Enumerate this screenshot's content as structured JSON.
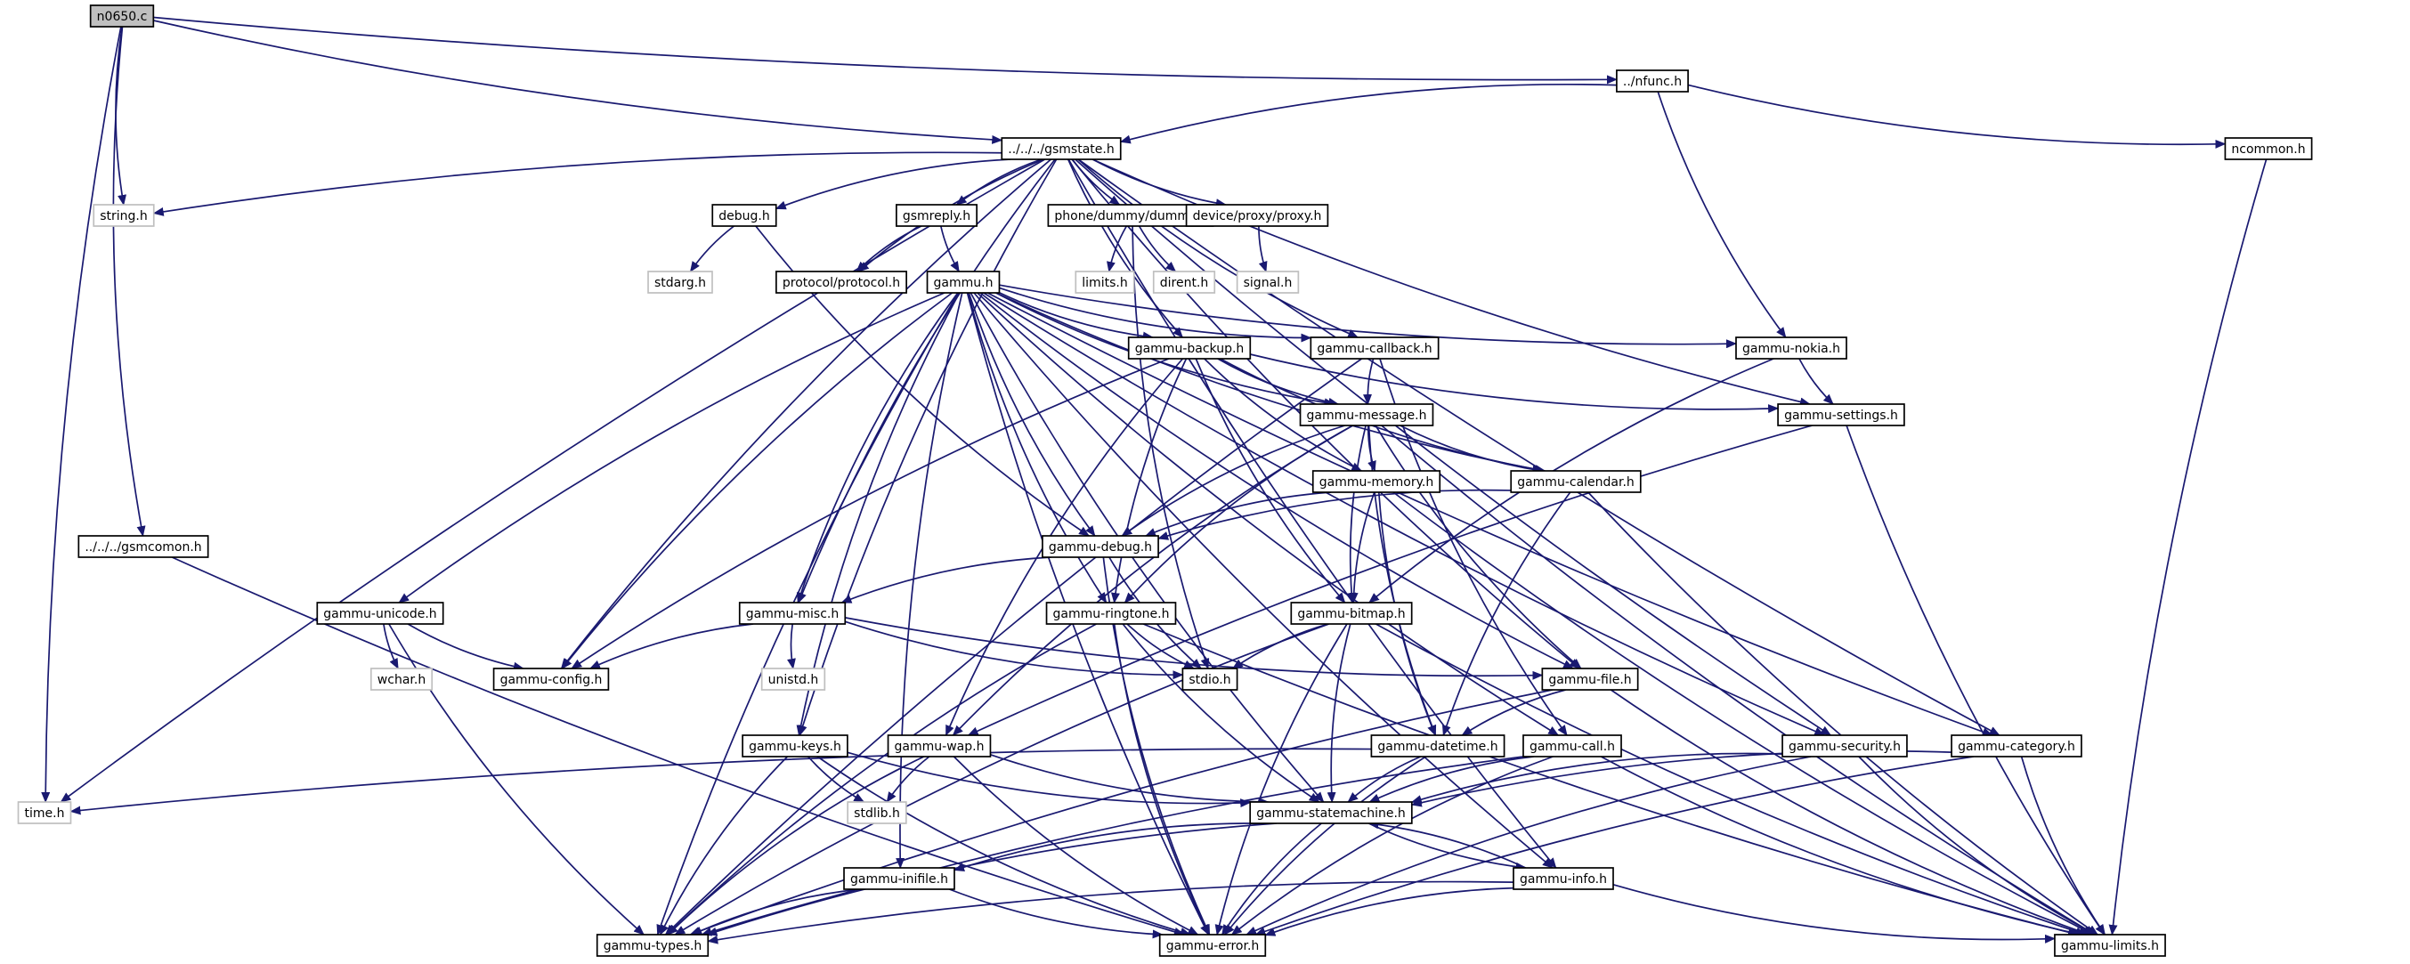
{
  "diagram": {
    "colors": {
      "edge": "#191970",
      "node_border": "#000000",
      "node_border_external": "#bfbfbf",
      "root_fill": "#bfbfbf",
      "node_fill": "#ffffff",
      "external_text": "#000000"
    },
    "nodes": [
      {
        "id": "n0650",
        "label": "n0650.c",
        "kind": "root"
      },
      {
        "id": "nfunc",
        "label": "../nfunc.h",
        "kind": "file"
      },
      {
        "id": "gsmstate",
        "label": "../../../gsmstate.h",
        "kind": "file"
      },
      {
        "id": "ncommon",
        "label": "ncommon.h",
        "kind": "file"
      },
      {
        "id": "string",
        "label": "string.h",
        "kind": "system"
      },
      {
        "id": "debug",
        "label": "debug.h",
        "kind": "file"
      },
      {
        "id": "gsmreply",
        "label": "gsmreply.h",
        "kind": "file"
      },
      {
        "id": "dummy",
        "label": "phone/dummy/dummy.h",
        "kind": "file"
      },
      {
        "id": "proxy",
        "label": "device/proxy/proxy.h",
        "kind": "file"
      },
      {
        "id": "stdarg",
        "label": "stdarg.h",
        "kind": "system"
      },
      {
        "id": "protocol",
        "label": "protocol/protocol.h",
        "kind": "file"
      },
      {
        "id": "gammu",
        "label": "gammu.h",
        "kind": "file"
      },
      {
        "id": "limits",
        "label": "limits.h",
        "kind": "system"
      },
      {
        "id": "dirent",
        "label": "dirent.h",
        "kind": "system"
      },
      {
        "id": "signal",
        "label": "signal.h",
        "kind": "system"
      },
      {
        "id": "backup",
        "label": "gammu-backup.h",
        "kind": "file"
      },
      {
        "id": "callback",
        "label": "gammu-callback.h",
        "kind": "file"
      },
      {
        "id": "nokia",
        "label": "gammu-nokia.h",
        "kind": "file"
      },
      {
        "id": "message",
        "label": "gammu-message.h",
        "kind": "file"
      },
      {
        "id": "settings",
        "label": "gammu-settings.h",
        "kind": "file"
      },
      {
        "id": "memory",
        "label": "gammu-memory.h",
        "kind": "file"
      },
      {
        "id": "calendar",
        "label": "gammu-calendar.h",
        "kind": "file"
      },
      {
        "id": "gsmcomon",
        "label": "../../../gsmcomon.h",
        "kind": "file"
      },
      {
        "id": "gdebug",
        "label": "gammu-debug.h",
        "kind": "file"
      },
      {
        "id": "unicode",
        "label": "gammu-unicode.h",
        "kind": "file"
      },
      {
        "id": "misc",
        "label": "gammu-misc.h",
        "kind": "file"
      },
      {
        "id": "ringtone",
        "label": "gammu-ringtone.h",
        "kind": "file"
      },
      {
        "id": "bitmap",
        "label": "gammu-bitmap.h",
        "kind": "file"
      },
      {
        "id": "wchar",
        "label": "wchar.h",
        "kind": "system"
      },
      {
        "id": "config",
        "label": "gammu-config.h",
        "kind": "file"
      },
      {
        "id": "unistd",
        "label": "unistd.h",
        "kind": "system"
      },
      {
        "id": "stdio",
        "label": "stdio.h",
        "kind": "file"
      },
      {
        "id": "file",
        "label": "gammu-file.h",
        "kind": "file"
      },
      {
        "id": "keys",
        "label": "gammu-keys.h",
        "kind": "file"
      },
      {
        "id": "wap",
        "label": "gammu-wap.h",
        "kind": "file"
      },
      {
        "id": "datetime",
        "label": "gammu-datetime.h",
        "kind": "file"
      },
      {
        "id": "call",
        "label": "gammu-call.h",
        "kind": "file"
      },
      {
        "id": "security",
        "label": "gammu-security.h",
        "kind": "file"
      },
      {
        "id": "category",
        "label": "gammu-category.h",
        "kind": "file"
      },
      {
        "id": "time",
        "label": "time.h",
        "kind": "system"
      },
      {
        "id": "stdlib",
        "label": "stdlib.h",
        "kind": "system"
      },
      {
        "id": "statemachine",
        "label": "gammu-statemachine.h",
        "kind": "file"
      },
      {
        "id": "inifile",
        "label": "gammu-inifile.h",
        "kind": "file"
      },
      {
        "id": "info",
        "label": "gammu-info.h",
        "kind": "file"
      },
      {
        "id": "types",
        "label": "gammu-types.h",
        "kind": "file"
      },
      {
        "id": "error",
        "label": "gammu-error.h",
        "kind": "file"
      },
      {
        "id": "glimits",
        "label": "gammu-limits.h",
        "kind": "file"
      }
    ],
    "edges": [
      [
        "n0650",
        "nfunc"
      ],
      [
        "n0650",
        "gsmstate"
      ],
      [
        "n0650",
        "string"
      ],
      [
        "n0650",
        "gsmcomon"
      ],
      [
        "n0650",
        "time"
      ],
      [
        "nfunc",
        "gsmstate"
      ],
      [
        "nfunc",
        "ncommon"
      ],
      [
        "nfunc",
        "nokia"
      ],
      [
        "ncommon",
        "glimits"
      ],
      [
        "gsmstate",
        "string"
      ],
      [
        "gsmstate",
        "debug"
      ],
      [
        "gsmstate",
        "gsmreply"
      ],
      [
        "gsmstate",
        "dummy"
      ],
      [
        "gsmstate",
        "proxy"
      ],
      [
        "gsmstate",
        "protocol"
      ],
      [
        "gsmstate",
        "time"
      ],
      [
        "gsmstate",
        "config"
      ],
      [
        "gsmstate",
        "misc"
      ],
      [
        "gsmstate",
        "keys"
      ],
      [
        "gsmstate",
        "backup"
      ],
      [
        "gsmstate",
        "callback"
      ],
      [
        "gsmstate",
        "settings"
      ],
      [
        "gsmstate",
        "file"
      ],
      [
        "gsmstate",
        "info"
      ],
      [
        "gsmstate",
        "security"
      ],
      [
        "gsmstate",
        "category"
      ],
      [
        "debug",
        "stdarg"
      ],
      [
        "debug",
        "gdebug"
      ],
      [
        "gsmreply",
        "protocol"
      ],
      [
        "gsmreply",
        "gammu"
      ],
      [
        "dummy",
        "limits"
      ],
      [
        "dummy",
        "dirent"
      ],
      [
        "dummy",
        "stdio"
      ],
      [
        "proxy",
        "signal"
      ],
      [
        "gammu",
        "backup"
      ],
      [
        "gammu",
        "callback"
      ],
      [
        "gammu",
        "nokia"
      ],
      [
        "gammu",
        "message"
      ],
      [
        "gammu",
        "calendar"
      ],
      [
        "gammu",
        "gdebug"
      ],
      [
        "gammu",
        "unicode"
      ],
      [
        "gammu",
        "misc"
      ],
      [
        "gammu",
        "ringtone"
      ],
      [
        "gammu",
        "config"
      ],
      [
        "gammu",
        "keys"
      ],
      [
        "gammu",
        "types"
      ],
      [
        "gammu",
        "statemachine"
      ],
      [
        "gammu",
        "inifile"
      ],
      [
        "gammu",
        "error"
      ],
      [
        "gammu",
        "file"
      ],
      [
        "gammu",
        "call"
      ],
      [
        "gammu",
        "security"
      ],
      [
        "gammu",
        "category"
      ],
      [
        "gammu",
        "info"
      ],
      [
        "backup",
        "message"
      ],
      [
        "backup",
        "settings"
      ],
      [
        "backup",
        "calendar"
      ],
      [
        "backup",
        "memory"
      ],
      [
        "backup",
        "bitmap"
      ],
      [
        "backup",
        "ringtone"
      ],
      [
        "backup",
        "wap"
      ],
      [
        "backup",
        "config"
      ],
      [
        "callback",
        "message"
      ],
      [
        "callback",
        "types"
      ],
      [
        "callback",
        "call"
      ],
      [
        "nokia",
        "settings"
      ],
      [
        "nokia",
        "bitmap"
      ],
      [
        "message",
        "memory"
      ],
      [
        "message",
        "calendar"
      ],
      [
        "message",
        "gdebug"
      ],
      [
        "message",
        "bitmap"
      ],
      [
        "message",
        "ringtone"
      ],
      [
        "message",
        "wap"
      ],
      [
        "message",
        "datetime"
      ],
      [
        "message",
        "file"
      ],
      [
        "message",
        "glimits"
      ],
      [
        "settings",
        "wap"
      ],
      [
        "settings",
        "glimits"
      ],
      [
        "memory",
        "gdebug"
      ],
      [
        "memory",
        "bitmap"
      ],
      [
        "memory",
        "datetime"
      ],
      [
        "memory",
        "glimits"
      ],
      [
        "calendar",
        "gdebug"
      ],
      [
        "calendar",
        "datetime"
      ],
      [
        "calendar",
        "glimits"
      ],
      [
        "gsmcomon",
        "error"
      ],
      [
        "gdebug",
        "misc"
      ],
      [
        "gdebug",
        "stdio"
      ],
      [
        "gdebug",
        "error"
      ],
      [
        "unicode",
        "wchar"
      ],
      [
        "unicode",
        "config"
      ],
      [
        "unicode",
        "types"
      ],
      [
        "misc",
        "config"
      ],
      [
        "misc",
        "unistd"
      ],
      [
        "misc",
        "stdio"
      ],
      [
        "misc",
        "file"
      ],
      [
        "ringtone",
        "stdio"
      ],
      [
        "ringtone",
        "types"
      ],
      [
        "ringtone",
        "statemachine"
      ],
      [
        "ringtone",
        "error"
      ],
      [
        "ringtone",
        "glimits"
      ],
      [
        "bitmap",
        "stdio"
      ],
      [
        "bitmap",
        "types"
      ],
      [
        "bitmap",
        "statemachine"
      ],
      [
        "bitmap",
        "error"
      ],
      [
        "bitmap",
        "glimits"
      ],
      [
        "file",
        "datetime"
      ],
      [
        "file",
        "types"
      ],
      [
        "file",
        "glimits"
      ],
      [
        "keys",
        "stdlib"
      ],
      [
        "keys",
        "types"
      ],
      [
        "keys",
        "statemachine"
      ],
      [
        "keys",
        "error"
      ],
      [
        "wap",
        "stdlib"
      ],
      [
        "wap",
        "types"
      ],
      [
        "wap",
        "statemachine"
      ],
      [
        "wap",
        "error"
      ],
      [
        "datetime",
        "time"
      ],
      [
        "datetime",
        "statemachine"
      ],
      [
        "datetime",
        "error"
      ],
      [
        "call",
        "statemachine"
      ],
      [
        "call",
        "types"
      ],
      [
        "call",
        "error"
      ],
      [
        "call",
        "glimits"
      ],
      [
        "security",
        "statemachine"
      ],
      [
        "security",
        "error"
      ],
      [
        "security",
        "glimits"
      ],
      [
        "category",
        "statemachine"
      ],
      [
        "category",
        "error"
      ],
      [
        "category",
        "glimits"
      ],
      [
        "statemachine",
        "inifile"
      ],
      [
        "statemachine",
        "info"
      ],
      [
        "statemachine",
        "types"
      ],
      [
        "statemachine",
        "error"
      ],
      [
        "inifile",
        "types"
      ],
      [
        "inifile",
        "error"
      ],
      [
        "info",
        "statemachine"
      ],
      [
        "info",
        "types"
      ],
      [
        "info",
        "error"
      ],
      [
        "info",
        "glimits"
      ]
    ]
  }
}
